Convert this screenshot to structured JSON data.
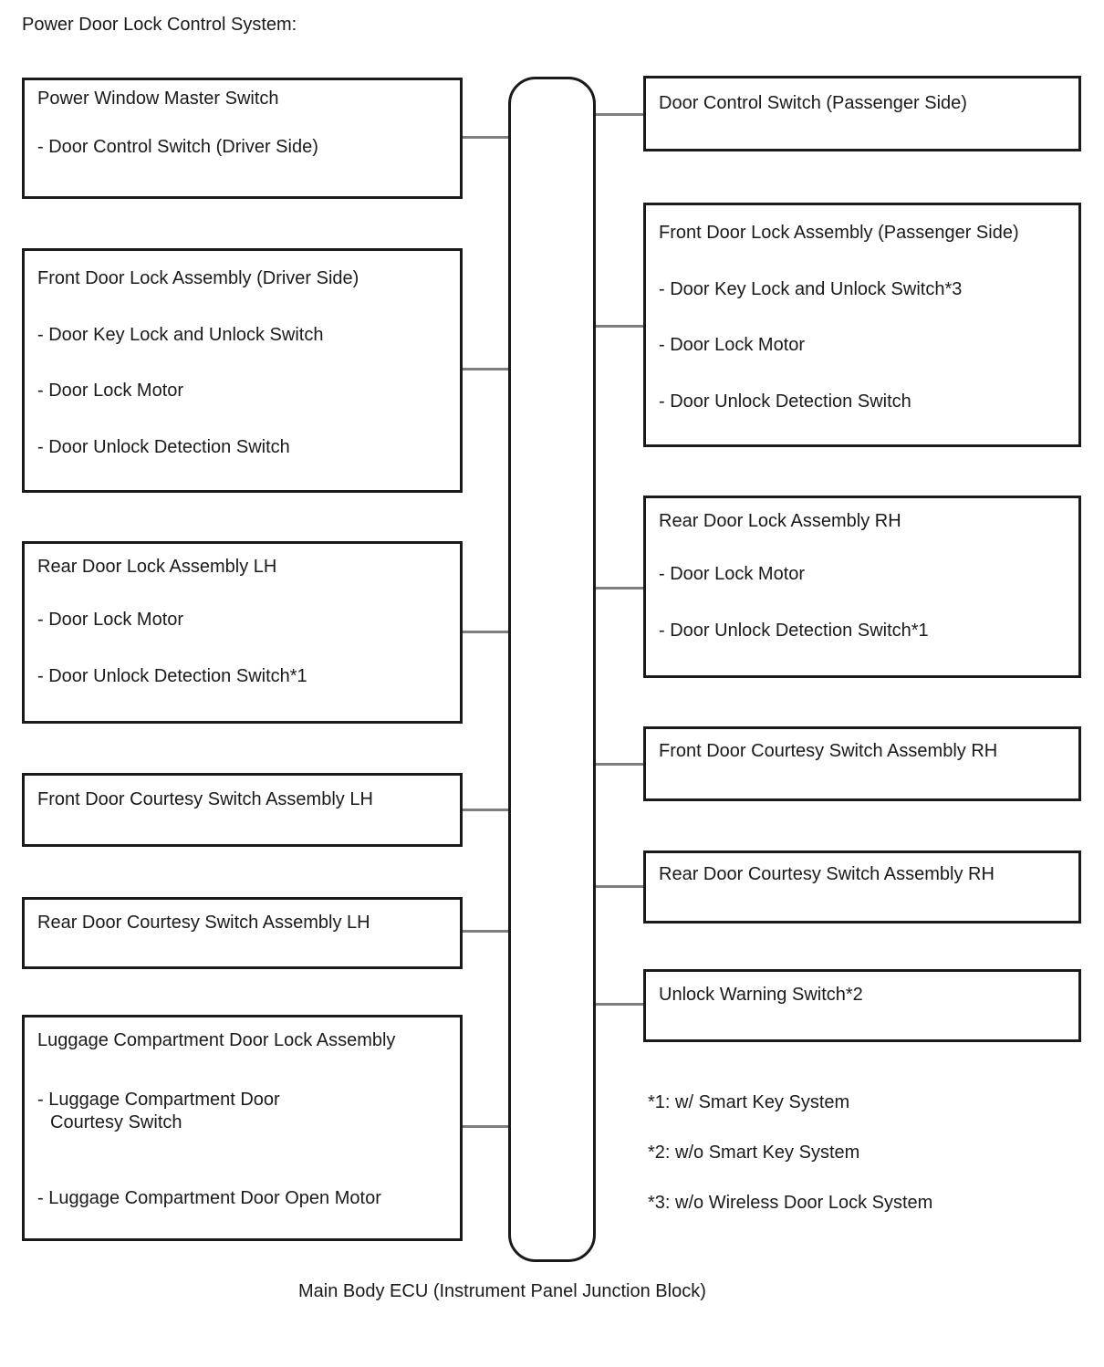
{
  "title": "Power Door Lock Control System:",
  "left_boxes": [
    {
      "name": "Power Window Master Switch",
      "lines": [
        "Power Window Master Switch",
        "- Door Control Switch (Driver Side)"
      ]
    },
    {
      "name": "Front Door Lock Assembly (Driver Side)",
      "lines": [
        "Front Door Lock Assembly (Driver Side)",
        "- Door Key Lock and Unlock Switch",
        "- Door Lock Motor",
        "- Door Unlock Detection Switch"
      ]
    },
    {
      "name": "Rear Door Lock Assembly LH",
      "lines": [
        "Rear Door Lock Assembly LH",
        "- Door Lock Motor",
        "- Door Unlock Detection Switch*1"
      ]
    },
    {
      "name": "Front Door Courtesy Switch Assembly LH",
      "lines": [
        "Front Door Courtesy Switch Assembly LH"
      ]
    },
    {
      "name": "Rear Door Courtesy Switch Assembly LH",
      "lines": [
        "Rear Door Courtesy Switch Assembly LH"
      ]
    },
    {
      "name": "Luggage Compartment Door Lock Assembly",
      "lines": [
        "Luggage Compartment Door Lock Assembly",
        "- Luggage Compartment Door",
        "Courtesy Switch",
        "- Luggage Compartment Door Open Motor"
      ]
    }
  ],
  "right_boxes": [
    {
      "name": "Door Control Switch (Passenger Side)",
      "lines": [
        "Door Control Switch (Passenger Side)"
      ]
    },
    {
      "name": "Front Door Lock Assembly (Passenger Side)",
      "lines": [
        "Front Door Lock Assembly (Passenger Side)",
        "- Door Key Lock and Unlock Switch*3",
        "- Door Lock Motor",
        "- Door Unlock Detection Switch"
      ]
    },
    {
      "name": "Rear Door Lock Assembly RH",
      "lines": [
        "Rear Door Lock Assembly RH",
        "- Door Lock Motor",
        "- Door Unlock Detection Switch*1"
      ]
    },
    {
      "name": "Front Door Courtesy Switch Assembly RH",
      "lines": [
        "Front Door Courtesy Switch Assembly RH"
      ]
    },
    {
      "name": "Rear Door Courtesy Switch Assembly RH",
      "lines": [
        "Rear Door Courtesy Switch Assembly RH"
      ]
    },
    {
      "name": "Unlock Warning Switch*2",
      "lines": [
        "Unlock Warning Switch*2"
      ]
    }
  ],
  "ecu_label": "Main Body ECU (Instrument Panel Junction Block)",
  "notes": [
    "*1: w/ Smart Key System",
    "*2: w/o Smart Key System",
    "*3: w/o Wireless Door Lock System"
  ],
  "colors": {
    "background": "#ffffff",
    "box_border": "#1a1a1a",
    "text": "#1a1a1a",
    "connector_line": "#7f7f7f"
  }
}
